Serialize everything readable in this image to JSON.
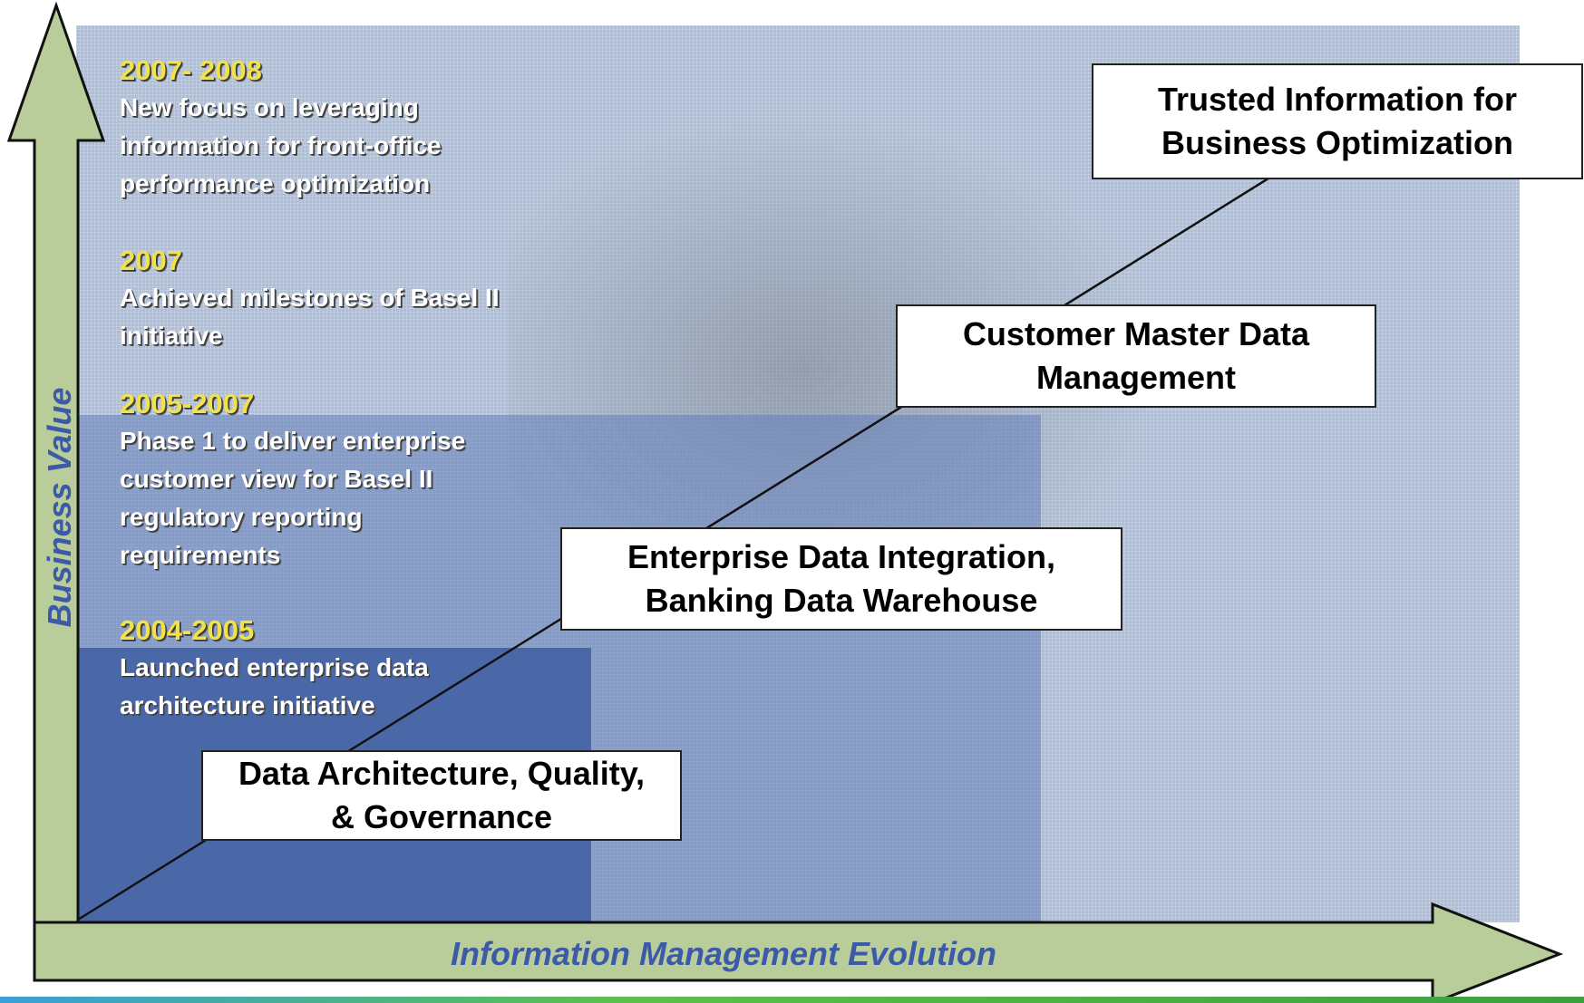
{
  "axes": {
    "y_label": "Business Value",
    "x_label": "Information Management Evolution"
  },
  "milestones": [
    {
      "year": "2007- 2008",
      "lines": [
        "New focus on leveraging",
        "information for front-office",
        "performance optimization"
      ]
    },
    {
      "year": "2007",
      "lines": [
        "Achieved milestones of Basel II",
        "initiative"
      ]
    },
    {
      "year": "2005-2007",
      "lines": [
        "Phase 1 to deliver enterprise",
        "customer view for Basel II",
        "regulatory reporting",
        "requirements"
      ]
    },
    {
      "year": "2004-2005",
      "lines": [
        "Launched enterprise data",
        "architecture initiative"
      ]
    }
  ],
  "stages": [
    {
      "lines": [
        "Data Architecture, Quality,",
        "& Governance"
      ]
    },
    {
      "lines": [
        "Enterprise Data Integration,",
        "Banking Data Warehouse"
      ]
    },
    {
      "lines": [
        "Customer Master Data",
        "Management"
      ]
    },
    {
      "lines": [
        "Trusted Information for",
        "Business Optimization"
      ]
    }
  ],
  "colors": {
    "arrow_fill": "#b9cd9a",
    "year_text": "#f2e24a",
    "axis_label": "#3d5aa8",
    "dark_block": "#4a67a8"
  }
}
